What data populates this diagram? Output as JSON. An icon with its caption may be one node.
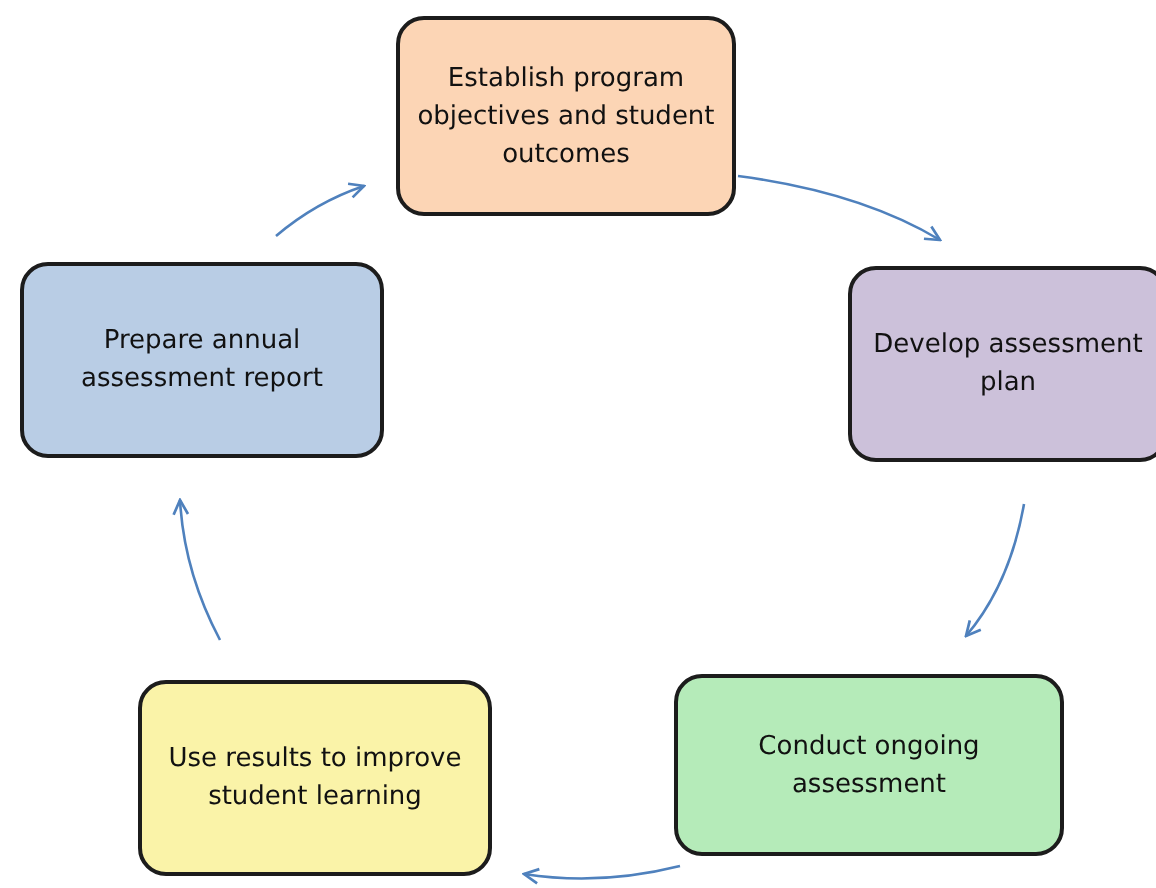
{
  "diagram": {
    "nodes": [
      {
        "text": [
          "Establish program objectives and student outcomes"
        ]
      },
      {
        "text": [
          "Develop assessment plan"
        ]
      },
      {
        "text": [
          "Conduct ongoing assessment"
        ]
      },
      {
        "text": [
          "Use results to improve student learning"
        ]
      },
      {
        "text": [
          "Prepare annual assessment report"
        ]
      }
    ],
    "edges": [
      {
        "from": 0,
        "to": 1,
        "arrow": "to"
      },
      {
        "from": 1,
        "to": 2,
        "arrow": "to"
      },
      {
        "from": 2,
        "to": 3,
        "arrow": "to"
      },
      {
        "from": 3,
        "to": 4,
        "arrow": "to"
      },
      {
        "from": 4,
        "to": 0,
        "arrow": "to"
      }
    ]
  }
}
